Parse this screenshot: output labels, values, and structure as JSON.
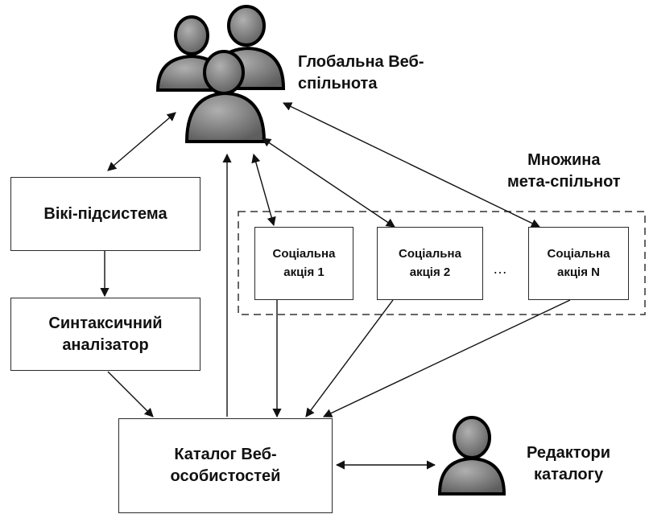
{
  "nodes": {
    "global_community": "Глобальна Веб-\nспільнота",
    "meta_communities": "Множина\nмета-спільнот",
    "wiki": "Вікі-підсистема",
    "parser": "Синтаксичний\nаналізатор",
    "action1": "Соціальна\nакція 1",
    "action2": "Соціальна\nакція 2",
    "actionN": "Соціальна\nакція N",
    "ellipsis": "…",
    "catalog": "Каталог Веб-\nособистостей",
    "editors": "Редактори\nкаталогу"
  },
  "icons": {
    "group": "user-group-icon",
    "single": "user-icon",
    "fill": "#7a7a7a",
    "outline": "#000000"
  }
}
